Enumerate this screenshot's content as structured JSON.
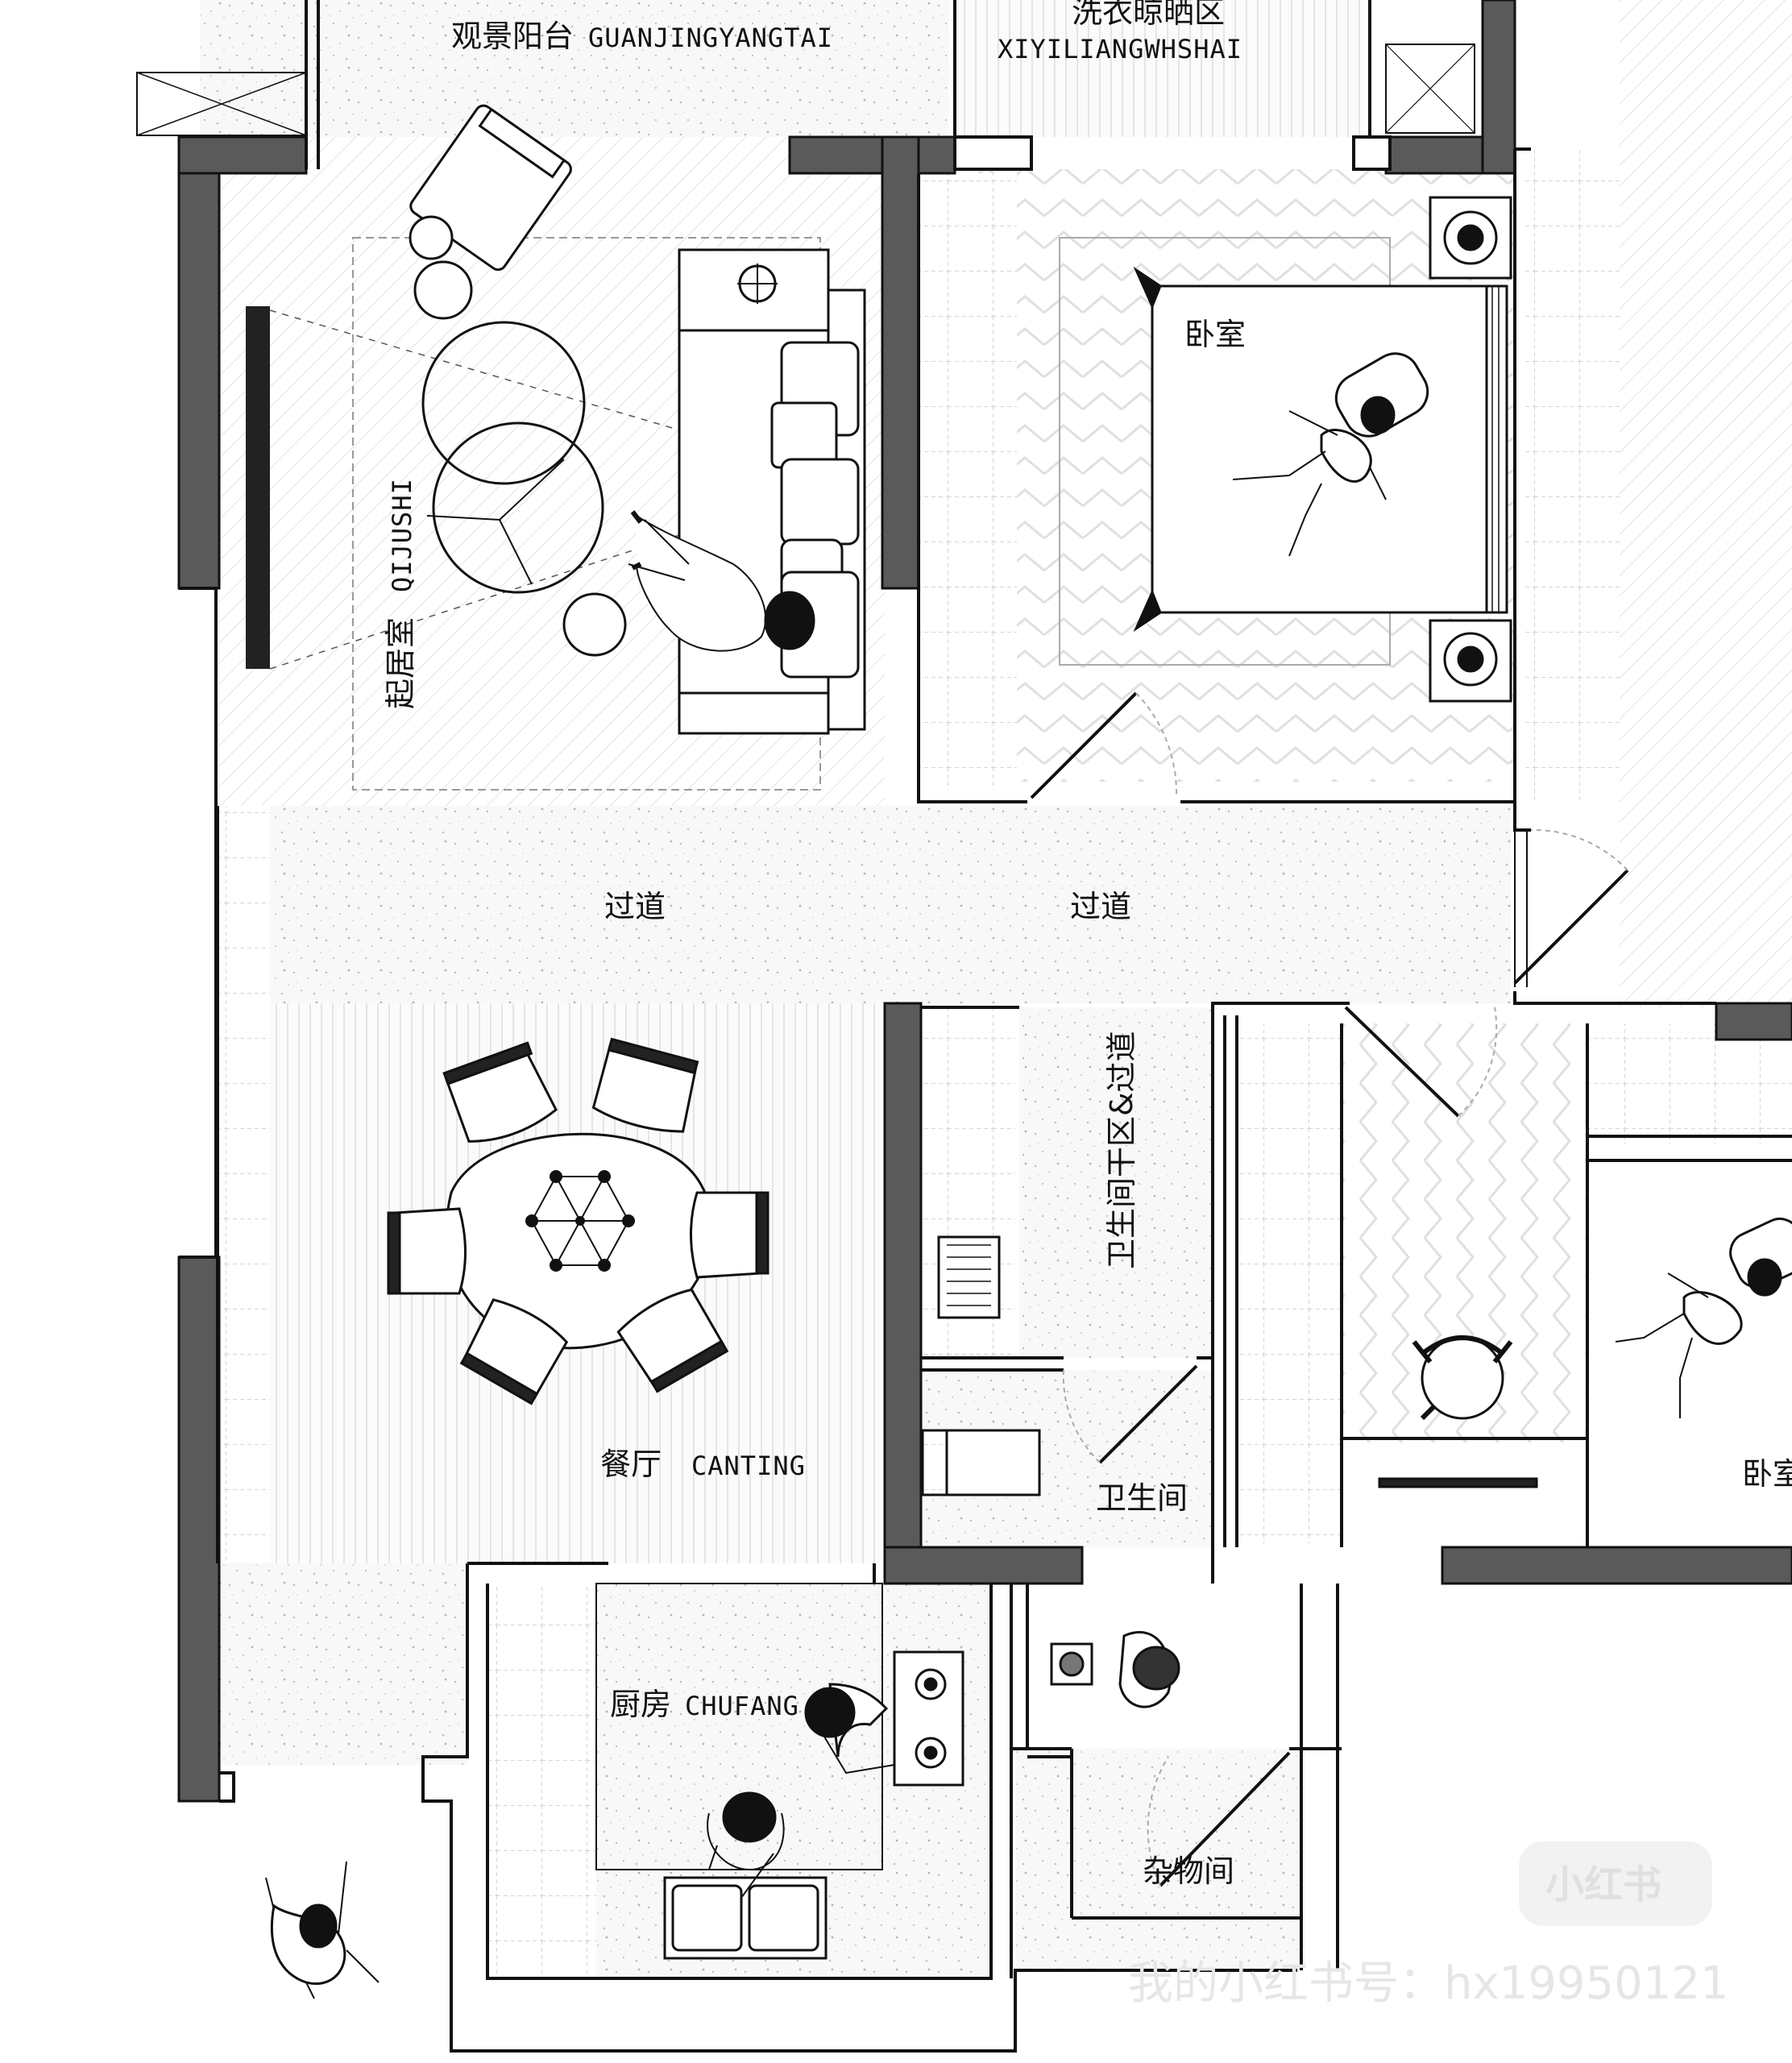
{
  "rooms": {
    "balcony_cn": "观景阳台",
    "balcony_en": "GUANJINGYANGTAI",
    "laundry_cn": "洗衣晾晒区",
    "laundry_en": "XIYILIANGWHSHAI",
    "bedroom_1": "卧室",
    "living_cn": "起居室",
    "living_en": "QIJUSHI",
    "corridor_left": "过道",
    "corridor_right": "过道",
    "bath_dry": "卫生间干区&过道",
    "dining_cn": "餐厅",
    "dining_en": "CANTING",
    "bathroom": "卫生间",
    "bedroom_2": "卧室",
    "kitchen_cn": "厨房",
    "kitchen_en": "CHUFANG",
    "storage": "杂物间"
  },
  "watermark": {
    "logo": "小红书",
    "text": "我的小红书号：hx19950121"
  },
  "icons": [
    "sofa-icon",
    "armchair-icon",
    "round-table-icon",
    "dining-table-icon",
    "dining-chair-icon",
    "bed-icon",
    "nightstand-lamp-icon",
    "person-icon",
    "door-swing-icon",
    "stove-icon",
    "sink-icon",
    "washbasin-icon",
    "tv-wall-icon"
  ],
  "colors": {
    "wall": "#5a5a5a",
    "line": "#111111",
    "floor_tile": "#c9c9c9",
    "background": "#ffffff"
  }
}
